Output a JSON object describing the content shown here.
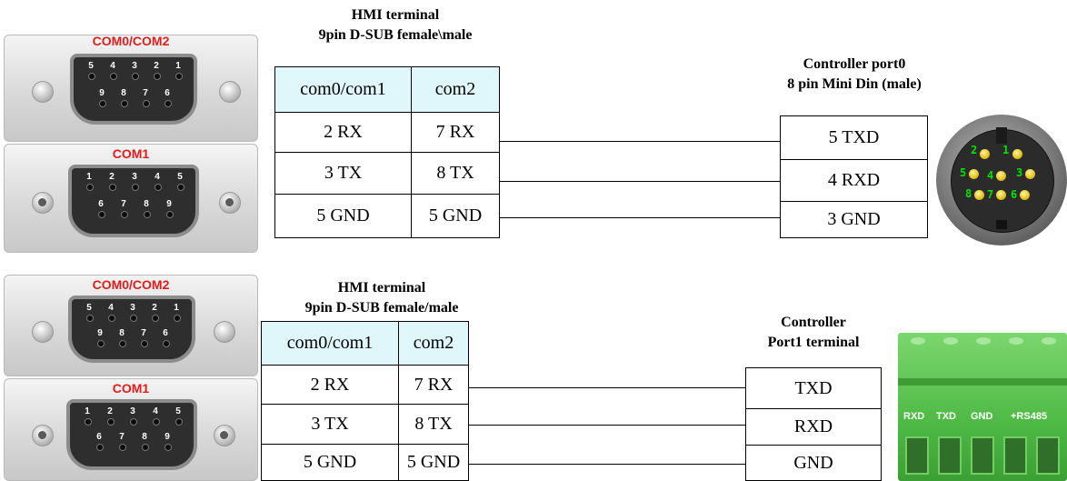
{
  "top": {
    "connector": {
      "label_top": "COM0/COM2",
      "label_bottom": "COM1"
    },
    "heading_hmi": [
      "HMI terminal",
      "9pin D-SUB female\\male"
    ],
    "heading_ctrl": [
      "Controller port0",
      "8 pin Mini Din (male)"
    ],
    "table_headers": [
      "com0/com1",
      "com2"
    ],
    "rows": [
      [
        "2 RX",
        "7 RX"
      ],
      [
        "3 TX",
        "8 TX"
      ],
      [
        "5 GND",
        "5 GND"
      ]
    ],
    "ctrl_rows": [
      "5 TXD",
      "4 RXD",
      "3 GND"
    ],
    "din_pins": [
      "2",
      "1",
      "5",
      "4",
      "3",
      "8",
      "7",
      "6"
    ]
  },
  "bottom": {
    "connector": {
      "label_top": "COM0/COM2",
      "label_bottom": "COM1"
    },
    "heading_hmi": [
      "HMI terminal",
      "9pin D-SUB female/male"
    ],
    "heading_ctrl": [
      "Controller",
      "Port1 terminal"
    ],
    "table_headers": [
      "com0/com1",
      "com2"
    ],
    "rows": [
      [
        "2 RX",
        "7 RX"
      ],
      [
        "3 TX",
        "8 TX"
      ],
      [
        "5 GND",
        "5 GND"
      ]
    ],
    "ctrl_rows": [
      "TXD",
      "RXD",
      "GND"
    ],
    "terminal_labels": [
      "RXD",
      "TXD",
      "GND",
      "+RS485"
    ]
  },
  "dsub_pins": {
    "com02_row1": [
      "5",
      "4",
      "3",
      "2",
      "1"
    ],
    "com02_row2": [
      "9",
      "8",
      "7",
      "6"
    ],
    "com1_row1": [
      "1",
      "2",
      "3",
      "4",
      "5"
    ],
    "com1_row2": [
      "6",
      "7",
      "8",
      "9"
    ]
  },
  "colors": {
    "connector_label": "#e31b1b",
    "table_header_bg": "#dff6fb",
    "din_pin_label": "#00e000",
    "terminal_block": "#4fba45"
  }
}
